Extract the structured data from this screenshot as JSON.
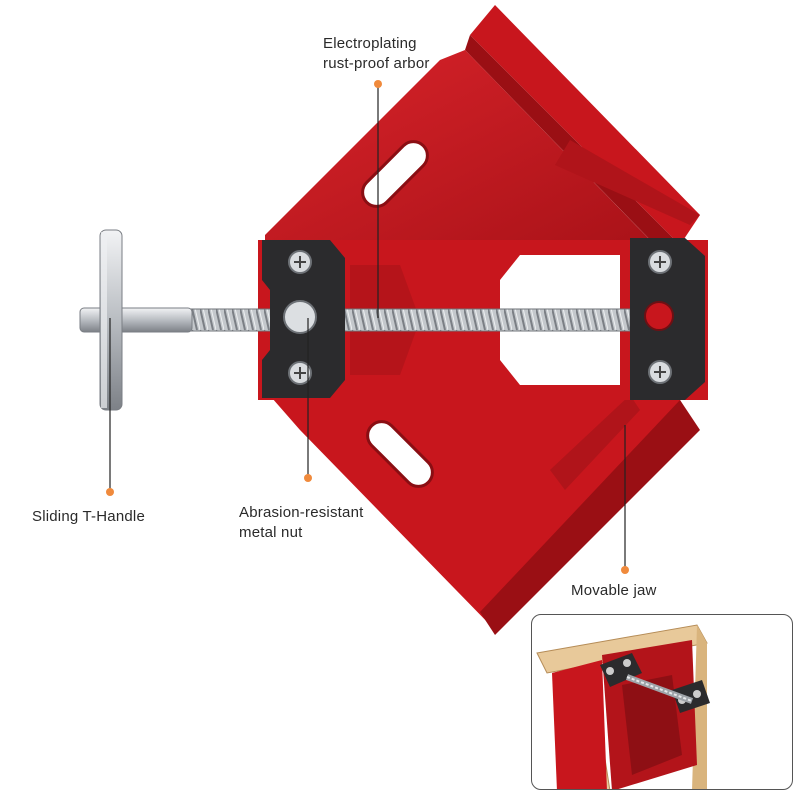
{
  "callouts": {
    "arbor": {
      "line1": "Electroplating",
      "line2": "rust-proof arbor"
    },
    "handle": {
      "line1": "Sliding T-Handle"
    },
    "nut": {
      "line1": "Abrasion-resistant",
      "line2": "metal nut"
    },
    "jaw": {
      "line1": "Movable jaw"
    }
  },
  "colors": {
    "clamp_red": "#c8161d",
    "clamp_dark_red": "#9a0f14",
    "clamp_light_red": "#e23a3f",
    "metal_black": "#2b2b2d",
    "steel": "#cfd2d6",
    "dot_orange": "#f08a3c",
    "wood": "#e8c99a"
  },
  "icons": {
    "screw": "phillips-screw-icon"
  }
}
